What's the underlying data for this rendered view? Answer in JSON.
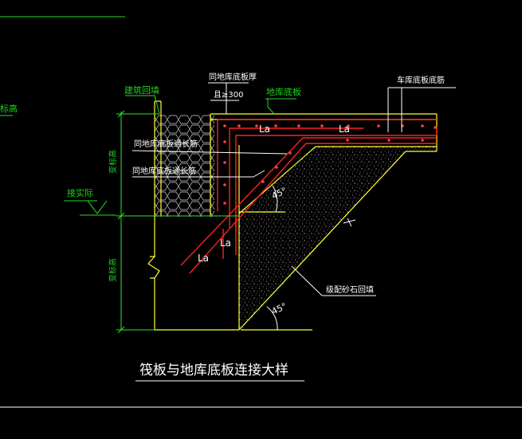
{
  "title": "筏板与地库底板连接大样",
  "labels": {
    "top_left_cut": "标高",
    "backfill": "建筑回填",
    "same_thickness_1": "同地库底板厚",
    "same_thickness_2": "且≥300",
    "garage_slab": "地库底板",
    "garage_rebar": "车库底板底筋",
    "through_rebar_1": "同地库底板通长筋",
    "through_rebar_2": "同地库底板通长筋",
    "variable_1": "变标高",
    "variable_2": "变标高",
    "foundation_edge": "接实际",
    "graded_fill": "级配砂石回填"
  },
  "anchor_labels": [
    "La",
    "La",
    "La",
    "La"
  ],
  "angles": [
    "45°",
    "45°"
  ],
  "colors": {
    "background": "#000000",
    "outline": "#ffff33",
    "rebar": "#ff2020",
    "annotation": "#22dd22",
    "text": "#ffffff",
    "dim": "#2fe02f"
  }
}
